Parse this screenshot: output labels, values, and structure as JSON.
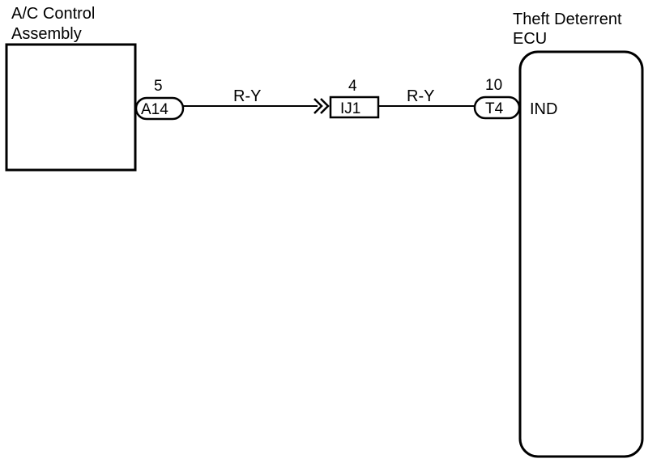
{
  "components": {
    "ac_control_assembly": {
      "label_line1": "A/C Control",
      "label_line2": "Assembly"
    },
    "theft_deterrent_ecu": {
      "label_line1": "Theft Deterrent",
      "label_line2": "ECU",
      "terminal_signal": "IND"
    }
  },
  "connectors": {
    "a14": {
      "id": "A14",
      "pin": "5"
    },
    "ij1": {
      "id": "IJ1",
      "pin": "4"
    },
    "t4": {
      "id": "T4",
      "pin": "10"
    }
  },
  "wires": {
    "segment1_color": "R-Y",
    "segment2_color": "R-Y"
  }
}
